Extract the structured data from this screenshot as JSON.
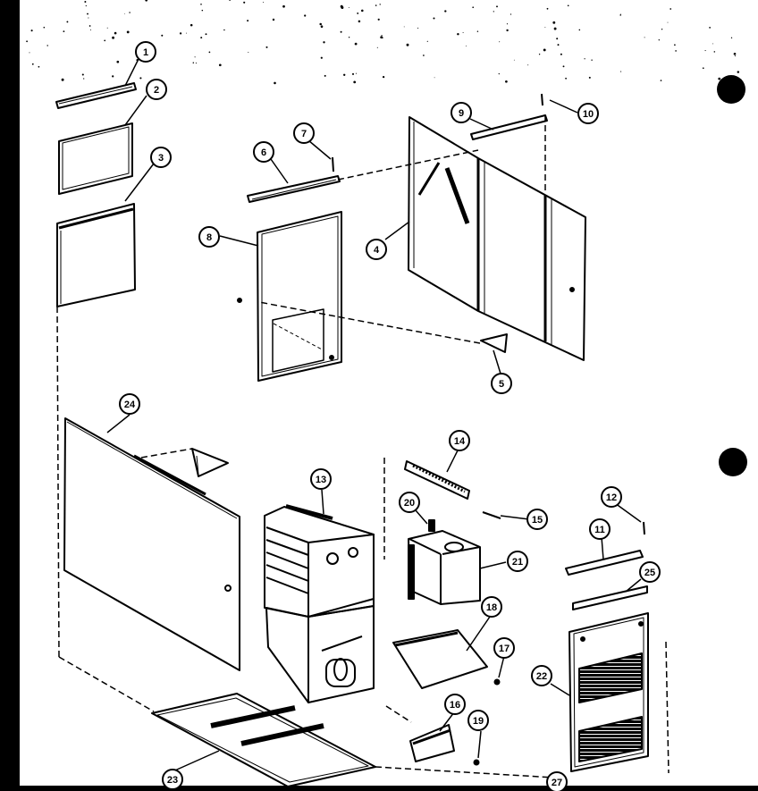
{
  "diagram": {
    "parts": [
      {
        "id": "1",
        "label": "1"
      },
      {
        "id": "2",
        "label": "2"
      },
      {
        "id": "3",
        "label": "3"
      },
      {
        "id": "4",
        "label": "4"
      },
      {
        "id": "5",
        "label": "5"
      },
      {
        "id": "6",
        "label": "6"
      },
      {
        "id": "7",
        "label": "7"
      },
      {
        "id": "8",
        "label": "8"
      },
      {
        "id": "9",
        "label": "9"
      },
      {
        "id": "10",
        "label": "10"
      },
      {
        "id": "11",
        "label": "11"
      },
      {
        "id": "12",
        "label": "12"
      },
      {
        "id": "13",
        "label": "13"
      },
      {
        "id": "14",
        "label": "14"
      },
      {
        "id": "15",
        "label": "15"
      },
      {
        "id": "16",
        "label": "16"
      },
      {
        "id": "17",
        "label": "17"
      },
      {
        "id": "18",
        "label": "18"
      },
      {
        "id": "19",
        "label": "19"
      },
      {
        "id": "20",
        "label": "20"
      },
      {
        "id": "21",
        "label": "21"
      },
      {
        "id": "22",
        "label": "22"
      },
      {
        "id": "23",
        "label": "23"
      },
      {
        "id": "24",
        "label": "24"
      },
      {
        "id": "25",
        "label": "25"
      },
      {
        "id": "27",
        "label": "27"
      }
    ]
  },
  "colors": {
    "ink": "#000000",
    "paper": "#ffffff"
  }
}
